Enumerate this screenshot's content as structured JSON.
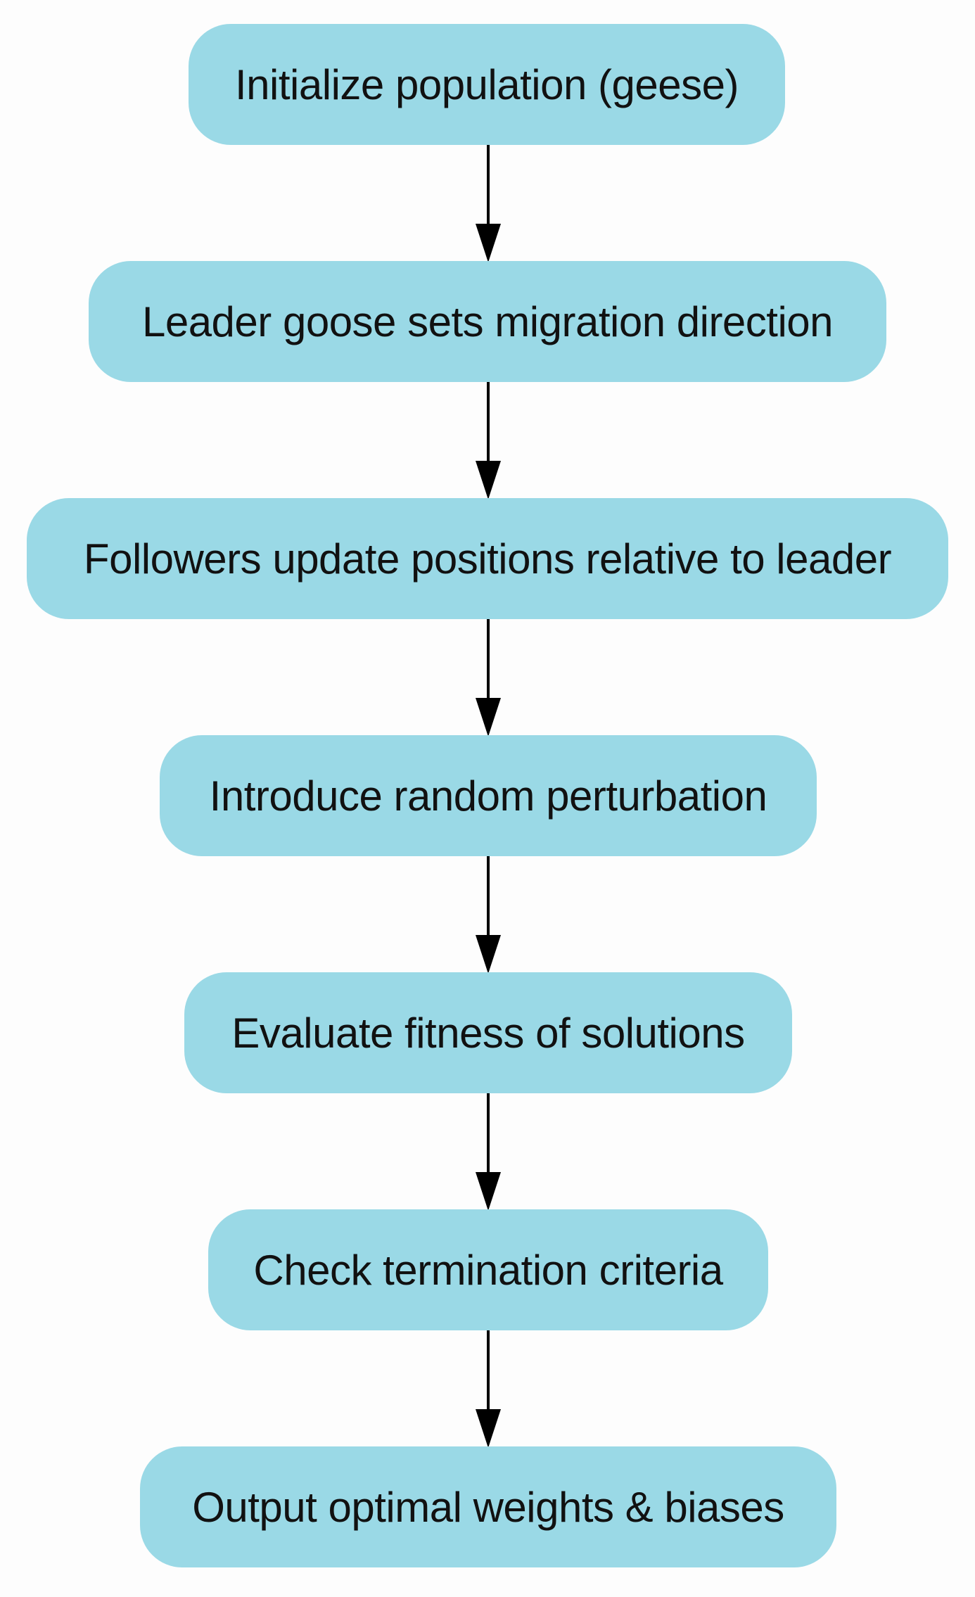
{
  "diagram": {
    "type": "flowchart",
    "direction": "top-to-bottom",
    "colors": {
      "node_fill": "#9ad9e6",
      "text": "#111111",
      "edge": "#000000",
      "background": "#fdfdfd"
    },
    "nodes": [
      {
        "id": "n1",
        "label": "Initialize population (geese)"
      },
      {
        "id": "n2",
        "label": "Leader goose sets migration direction"
      },
      {
        "id": "n3",
        "label": "Followers update positions relative to leader"
      },
      {
        "id": "n4",
        "label": "Introduce random perturbation"
      },
      {
        "id": "n5",
        "label": "Evaluate fitness of solutions"
      },
      {
        "id": "n6",
        "label": "Check termination criteria"
      },
      {
        "id": "n7",
        "label": "Output optimal weights & biases"
      }
    ],
    "edges": [
      {
        "from": "n1",
        "to": "n2"
      },
      {
        "from": "n2",
        "to": "n3"
      },
      {
        "from": "n3",
        "to": "n4"
      },
      {
        "from": "n4",
        "to": "n5"
      },
      {
        "from": "n5",
        "to": "n6"
      },
      {
        "from": "n6",
        "to": "n7"
      }
    ]
  }
}
